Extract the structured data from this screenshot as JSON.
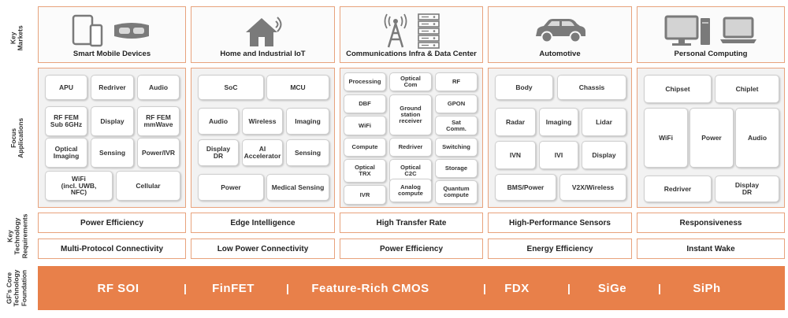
{
  "row_labels": {
    "markets": "Key Markets",
    "applications": "Focus\nApplications",
    "requirements": "Key\nTechnology\nRequirements",
    "foundation": "GF's Core\nTechnology\nFoundation"
  },
  "columns": [
    {
      "market": "Smart Mobile Devices",
      "icons": [
        "tablet-phone-icon",
        "vr-headset-icon"
      ],
      "apps": [
        "APU",
        "Redriver",
        "Audio",
        "RF FEM\nSub 6GHz",
        "Display",
        "RF FEM\nmmWave",
        "Optical\nImaging",
        "Sensing",
        "Power/IVR",
        "WiFi\n(incl. UWB,\nNFC)",
        "Cellular"
      ],
      "requirements": [
        "Power Efficiency",
        "Multi-Protocol Connectivity"
      ]
    },
    {
      "market": "Home and Industrial IoT",
      "icons": [
        "smart-home-icon"
      ],
      "apps": [
        "SoC",
        "MCU",
        "Audio",
        "Wireless",
        "Imaging",
        "Display\nDR",
        "AI\nAccelerator",
        "Sensing",
        "Power",
        "Medical Sensing"
      ],
      "requirements": [
        "Edge Intelligence",
        "Low Power Connectivity"
      ]
    },
    {
      "market": "Communications Infra & Data Center",
      "icons": [
        "cell-tower-icon",
        "server-rack-icon"
      ],
      "apps": [
        "Processing",
        "Optical\nCom",
        "RF",
        "DBF",
        "Ground\nstation\nreceiver",
        "GPON",
        "WiFi",
        "Sat\nComm.",
        "Redriver",
        "Compute",
        "Switching",
        "Optical\nTRX",
        "Optical\nC2C",
        "Storage",
        "IVR",
        "Analog\ncompute",
        "Quantum\ncompute"
      ],
      "requirements": [
        "High Transfer Rate",
        "Power Efficiency"
      ]
    },
    {
      "market": "Automotive",
      "icons": [
        "car-icon"
      ],
      "apps": [
        "Body",
        "Chassis",
        "Radar",
        "Imaging",
        "Lidar",
        "IVN",
        "IVI",
        "Display",
        "BMS/Power",
        "V2X/Wireless"
      ],
      "requirements": [
        "High-Performance Sensors",
        "Energy Efficiency"
      ]
    },
    {
      "market": "Personal Computing",
      "icons": [
        "desktop-computer-icon",
        "laptop-icon"
      ],
      "apps": [
        "Chipset",
        "Chiplet",
        "WiFi",
        "Power",
        "Audio",
        "Redriver",
        "Display\nDR"
      ],
      "requirements": [
        "Responsiveness",
        "Instant Wake"
      ]
    }
  ],
  "foundation_technologies": [
    "RF SOI",
    "FinFET",
    "Feature-Rich CMOS",
    "FDX",
    "SiGe",
    "SiPh"
  ],
  "foundation_separator": "|",
  "colors": {
    "accent": "#e8804a",
    "border": "#e8a27c",
    "icon": "#7a7a7a"
  }
}
